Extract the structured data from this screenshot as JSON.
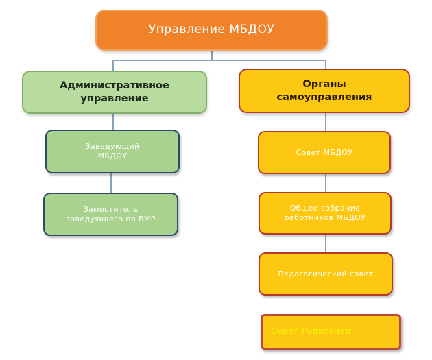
{
  "root": {
    "label": "Управление МБДОУ"
  },
  "admin": {
    "label": "Административное управление",
    "children": [
      {
        "label": "Заведующий МБДОУ"
      },
      {
        "label": "Заместитель заведующего по ВМР"
      }
    ]
  },
  "self_government": {
    "label": "Органы самоуправления",
    "children": [
      {
        "label": "Совет МБДОУ"
      },
      {
        "label": "Общее собрание работников МБДОУ"
      },
      {
        "label": "Педагогический совет"
      }
    ]
  },
  "parents_council": {
    "label": "Совет Родителей"
  },
  "colors": {
    "root_fill": "#f0822a",
    "admin_fill": "#b8dca0",
    "self_fill": "#fcc812",
    "connector": "#8aa2bd",
    "yellow_border": "#b43a2c"
  }
}
